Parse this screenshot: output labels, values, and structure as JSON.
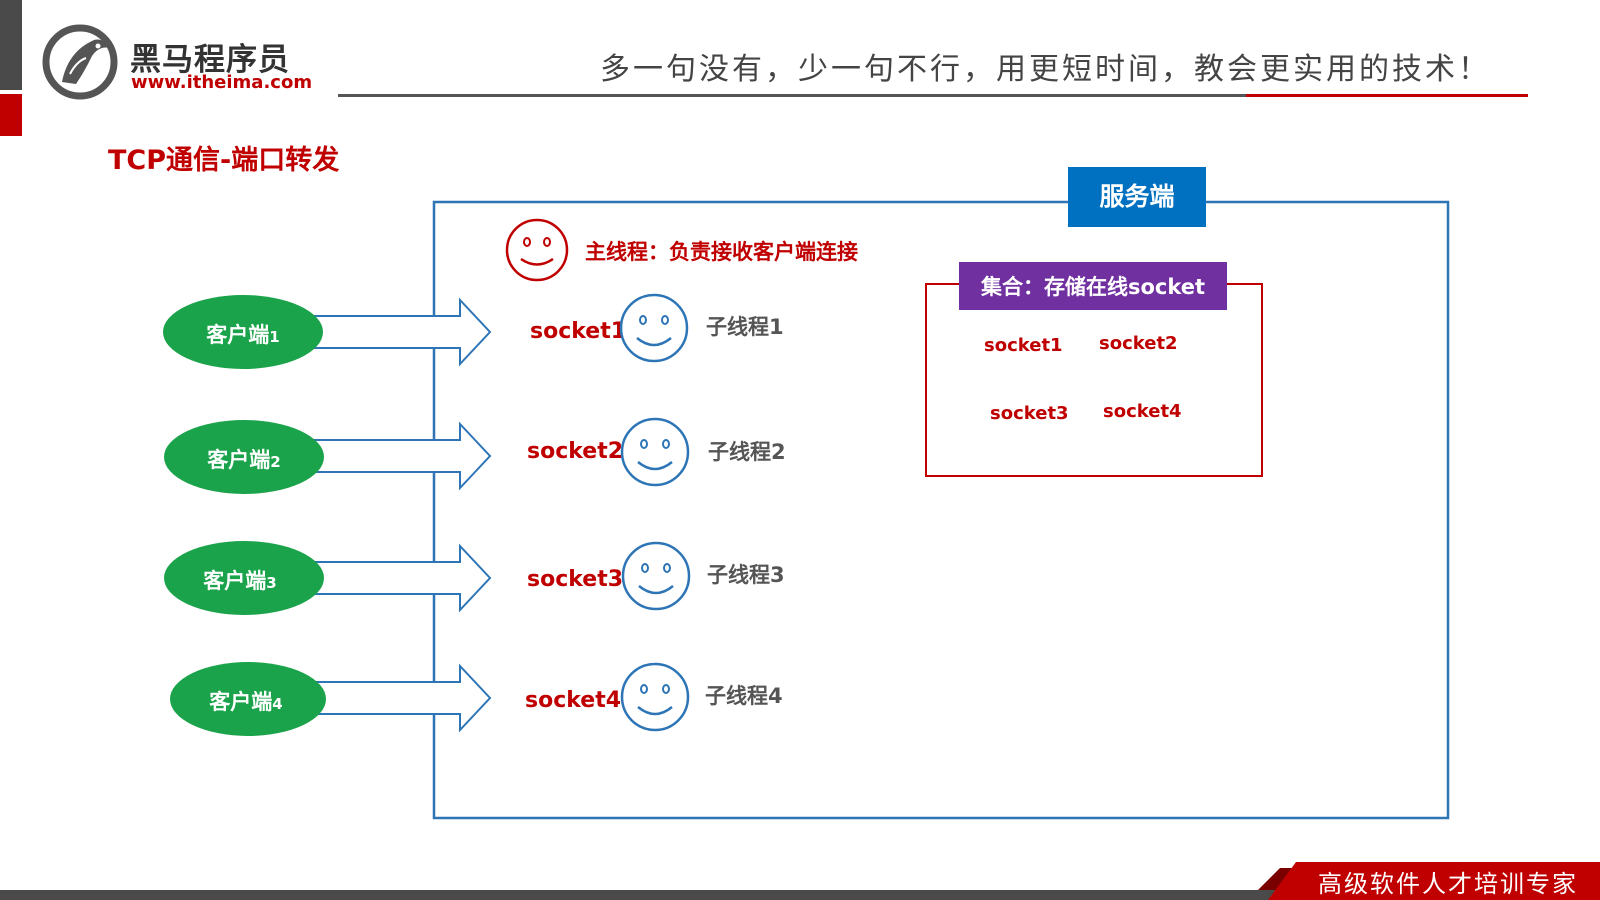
{
  "header": {
    "brand_name": "黑马程序员",
    "brand_url": "www.itheima.com",
    "slogan": "多一句没有，少一句不行，用更短时间，教会更实用的技术！"
  },
  "slide": {
    "title": "TCP通信-端口转发"
  },
  "diagram": {
    "server_label": "服务端",
    "main_thread_label": "主线程：负责接收客户端连接",
    "clients": [
      {
        "name": "客户端",
        "num": "1",
        "socket": "socket1",
        "thread": "子线程1"
      },
      {
        "name": "客户端",
        "num": "2",
        "socket": "socket2",
        "thread": "子线程2"
      },
      {
        "name": "客户端",
        "num": "3",
        "socket": "socket3",
        "thread": "子线程3"
      },
      {
        "name": "客户端",
        "num": "4",
        "socket": "socket4",
        "thread": "子线程4"
      }
    ],
    "collection": {
      "title": "集合：存储在线socket",
      "items": [
        "socket1",
        "socket2",
        "socket3",
        "socket4"
      ]
    },
    "colors": {
      "client_green": "#1aa34a",
      "server_blue": "#0070c0",
      "collection_purple": "#7030a0",
      "accent_red": "#c00000",
      "face_blue": "#2e75b6",
      "face_red": "#c00000"
    }
  },
  "footer": {
    "tagline": "高级软件人才培训专家"
  }
}
